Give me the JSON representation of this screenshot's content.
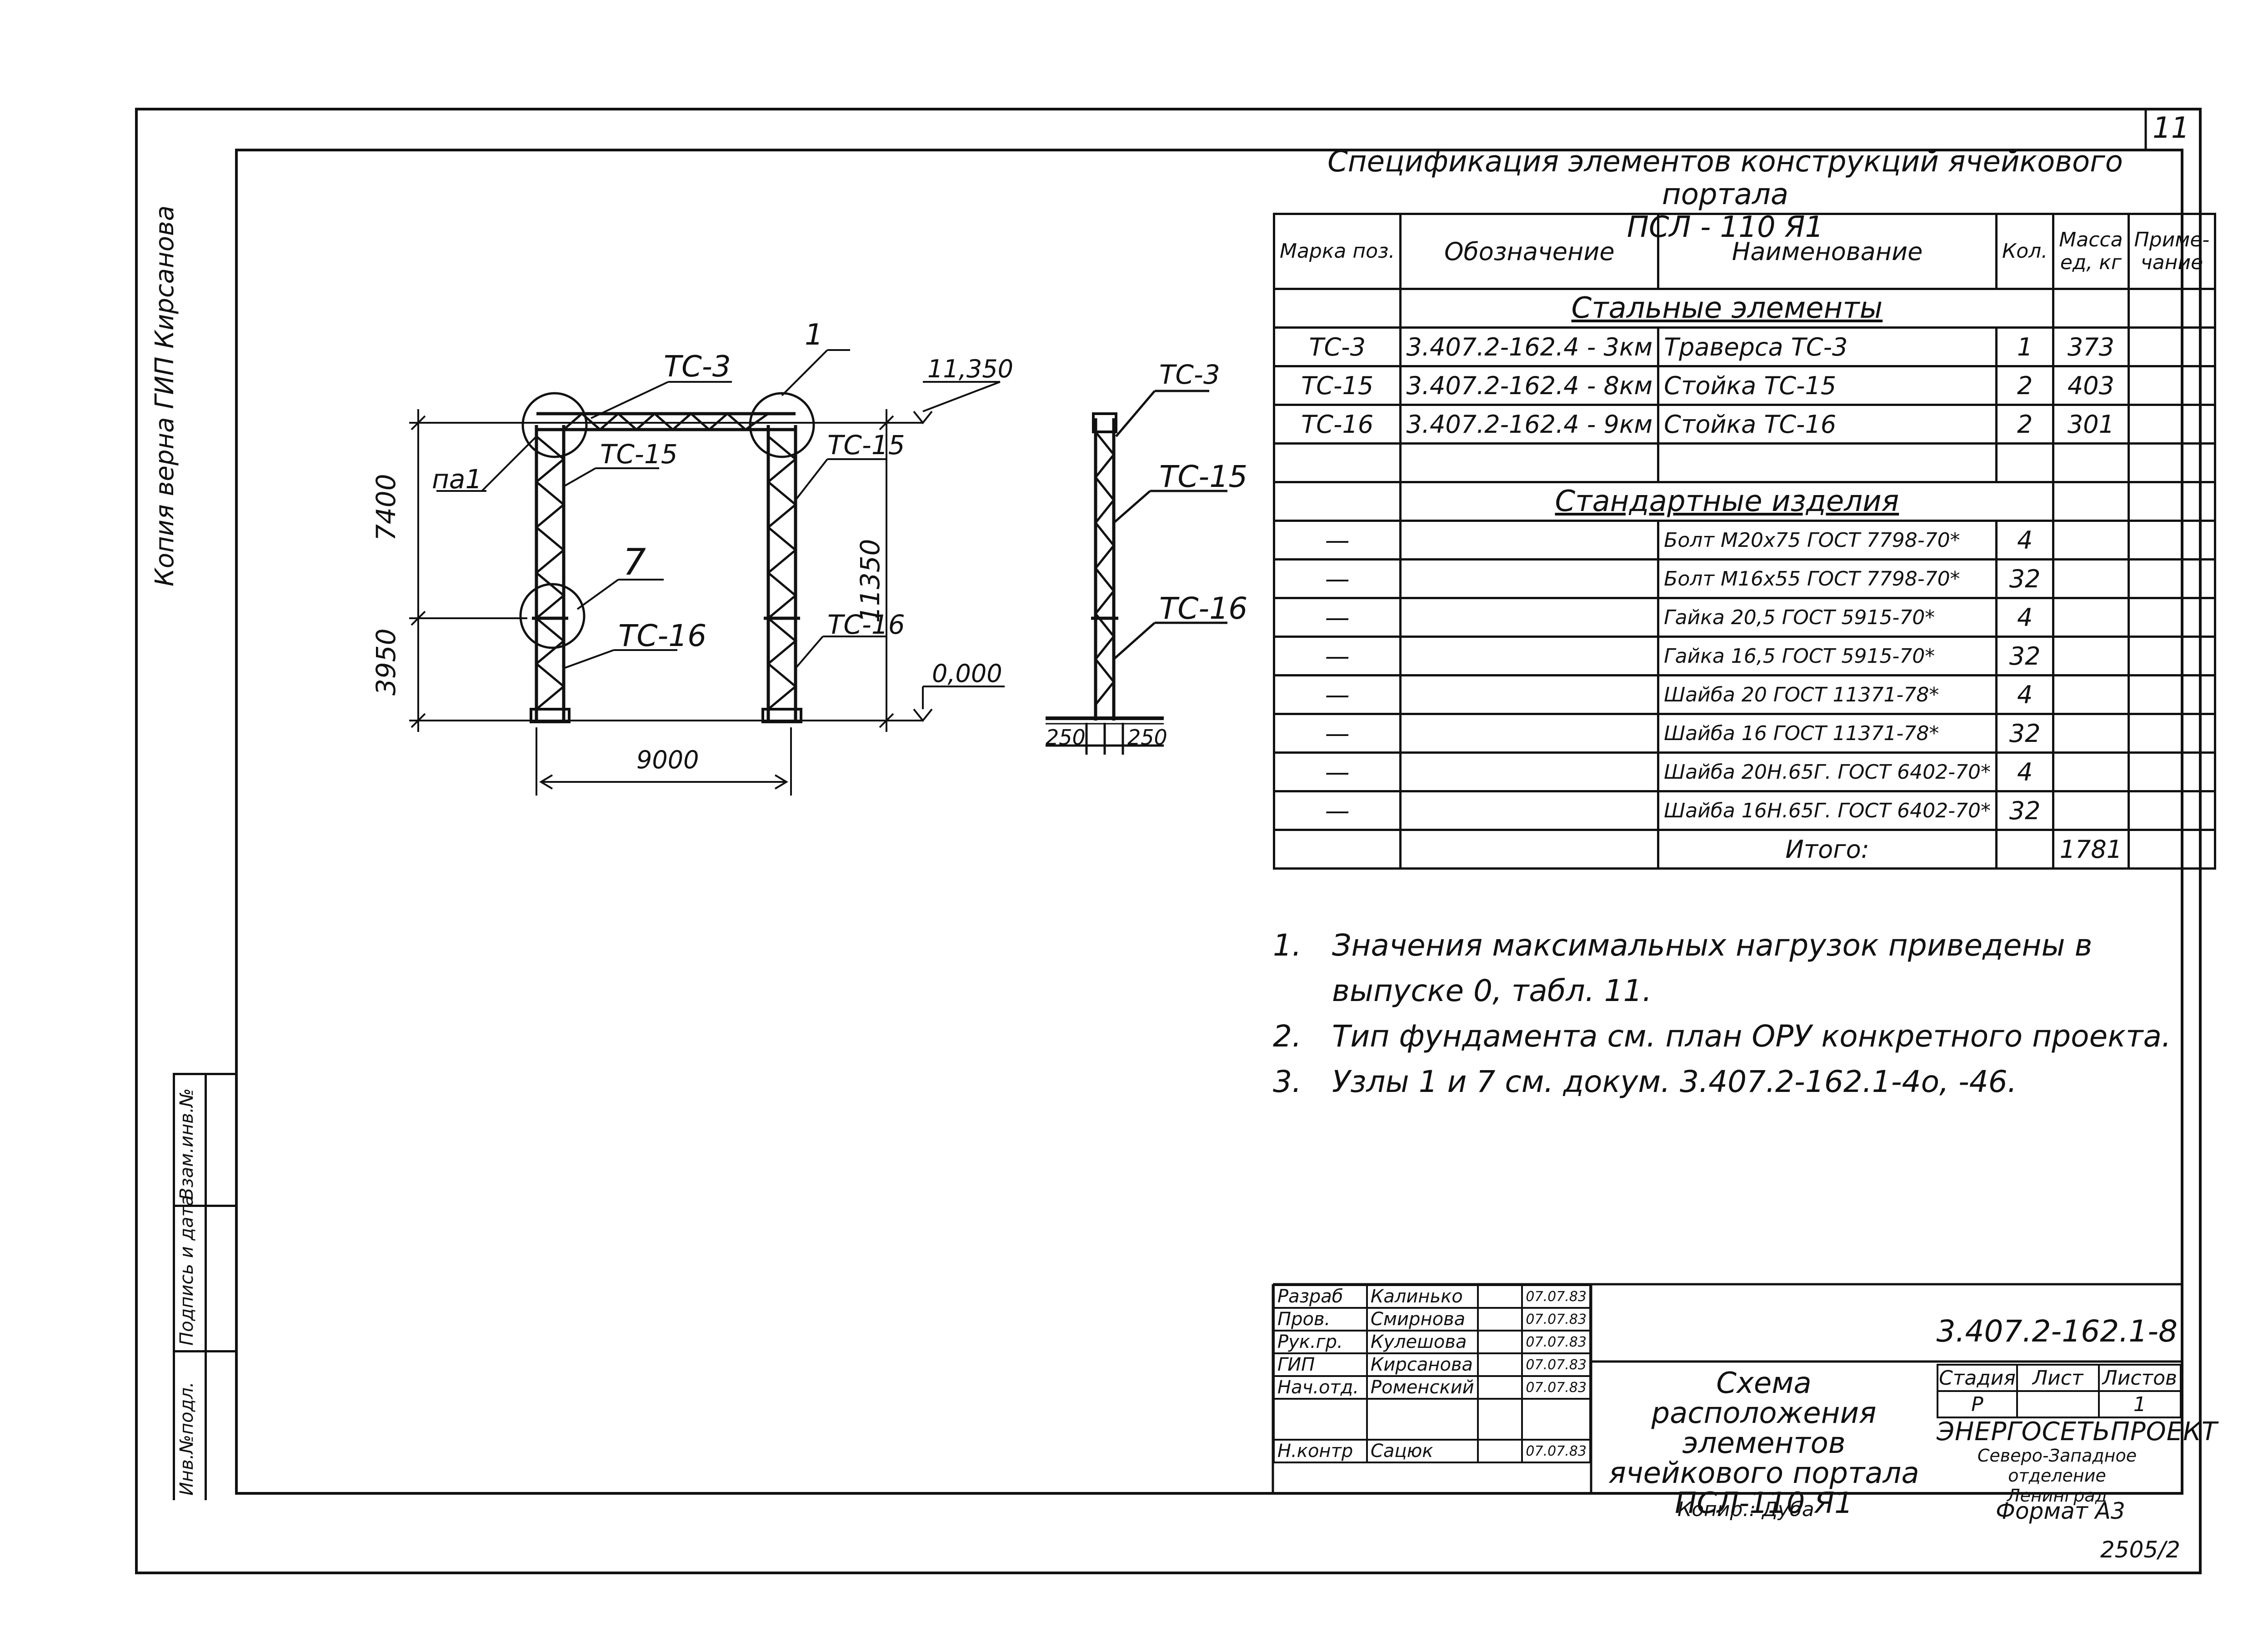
{
  "sheet_number": "11",
  "side_note": "Копия верна ГИП Кирсанова",
  "side_boxes": [
    "Инв.№подл.",
    "Подпись и дата",
    "Взам.инв.№"
  ],
  "spec": {
    "title_line1": "Спецификация элементов конструкций ячейкового портала",
    "title_line2": "ПСЛ - 110 Я1",
    "headers": {
      "mark": "Марка поз.",
      "designation": "Обозначение",
      "name": "Наименование",
      "qty": "Кол.",
      "mass": "Масса ед, кг",
      "note": "Приме- чание"
    },
    "section_steel": "Стальные элементы",
    "steel_rows": [
      {
        "mark": "ТС-3",
        "designation": "3.407.2-162.4 - 3км",
        "name": "Траверса ТС-3",
        "qty": "1",
        "mass": "373"
      },
      {
        "mark": "ТС-15",
        "designation": "3.407.2-162.4 - 8км",
        "name": "Стойка ТС-15",
        "qty": "2",
        "mass": "403"
      },
      {
        "mark": "ТС-16",
        "designation": "3.407.2-162.4 - 9км",
        "name": "Стойка ТС-16",
        "qty": "2",
        "mass": "301"
      }
    ],
    "section_standard": "Стандартные изделия",
    "standard_rows": [
      {
        "mark": "—",
        "name": "Болт М20х75 ГОСТ 7798-70*",
        "qty": "4"
      },
      {
        "mark": "—",
        "name": "Болт М16х55 ГОСТ 7798-70*",
        "qty": "32"
      },
      {
        "mark": "—",
        "name": "Гайка 20,5 ГОСТ 5915-70*",
        "qty": "4"
      },
      {
        "mark": "—",
        "name": "Гайка 16,5 ГОСТ 5915-70*",
        "qty": "32"
      },
      {
        "mark": "—",
        "name": "Шайба 20 ГОСТ 11371-78*",
        "qty": "4"
      },
      {
        "mark": "—",
        "name": "Шайба 16 ГОСТ 11371-78*",
        "qty": "32"
      },
      {
        "mark": "—",
        "name": "Шайба 20Н.65Г. ГОСТ 6402-70*",
        "qty": "4"
      },
      {
        "mark": "—",
        "name": "Шайба 16Н.65Г. ГОСТ 6402-70*",
        "qty": "32"
      }
    ],
    "total_label": "Итого:",
    "total_mass": "1781"
  },
  "notes": [
    {
      "num": "1.",
      "text": "Значения максимальных нагрузок приведены в выпуске 0, табл. 11."
    },
    {
      "num": "2.",
      "text": "Тип фундамента см. план ОРУ конкретного проекта."
    },
    {
      "num": "3.",
      "text": "Узлы 1 и 7 см. докум. 3.407.2-162.1-4о, -46."
    }
  ],
  "drawing": {
    "label_tc3_a": "ТС-3",
    "label_1": "1",
    "label_11350": "11,350",
    "label_pa1": "па1",
    "label_tc15_a": "ТС-15",
    "label_tc15_b": "ТС-15",
    "label_7400": "7400",
    "label_11350_v": "11350",
    "label_7": "7",
    "label_3950": "3950",
    "label_tc16_a": "ТС-16",
    "label_tc16_b": "ТС-16",
    "label_0000": "0,000",
    "label_9000": "9000",
    "side_tc3": "ТС-3",
    "side_tc15": "ТС-15",
    "side_tc16": "ТС-16",
    "side_250_left": "250",
    "side_250_right": "250"
  },
  "stamp": {
    "rows": [
      {
        "role": "Разраб",
        "name": "Калинько",
        "date": "07.07.83"
      },
      {
        "role": "Пров.",
        "name": "Смирнова",
        "date": "07.07.83"
      },
      {
        "role": "Рук.гр.",
        "name": "Кулешова",
        "date": "07.07.83"
      },
      {
        "role": "ГИП",
        "name": "Кирсанова",
        "date": "07.07.83"
      },
      {
        "role": "Нач.отд.",
        "name": "Роменский",
        "date": "07.07.83"
      },
      {
        "role": "",
        "name": "",
        "date": ""
      },
      {
        "role": "Н.контр",
        "name": "Сацюк",
        "date": "07.07.83"
      }
    ],
    "code": "3.407.2-162.1-8",
    "title": "Схема расположения элементов ячейкового портала ПСЛ-110 Я1",
    "stage_header": "Стадия",
    "sheet_header": "Лист",
    "sheets_header": "Листов",
    "stage": "Р",
    "sheet": "",
    "sheets": "1",
    "org_line1": "ЭНЕРГОСЕТЬПРОЕКТ",
    "org_line2": "Северо-Западное отделение",
    "org_line3": "Ленинград",
    "copied": "Копир.: Дуба",
    "format": "Формат А3",
    "archive": "2505/2"
  }
}
